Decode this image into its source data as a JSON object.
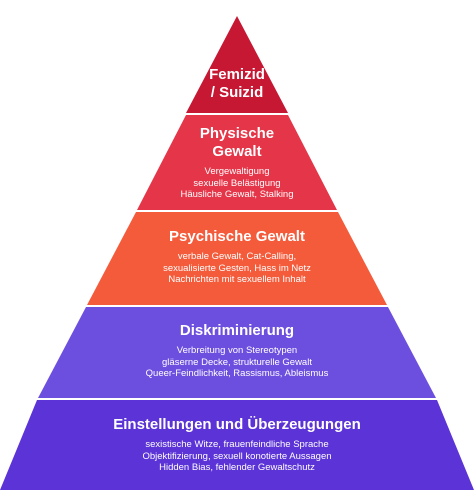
{
  "tiers": [
    {
      "title": "Femizid\n/ Suizid",
      "lines": [],
      "color": "#c61733"
    },
    {
      "title": "Physische\nGewalt",
      "lines": [
        "Vergewaltigung",
        "sexuelle Belästigung",
        "Häusliche Gewalt, Stalking"
      ],
      "color": "#e53548"
    },
    {
      "title": "Psychische Gewalt",
      "lines": [
        "verbale Gewalt, Cat-Calling,",
        "sexualisierte Gesten, Hass im Netz",
        "Nachrichten mit sexuellem Inhalt"
      ],
      "color": "#f45b3b"
    },
    {
      "title": "Diskriminierung",
      "lines": [
        "Verbreitung von Stereotypen",
        "gläserne Decke, strukturelle Gewalt",
        "Queer-Feindlichkeit, Rassismus, Ableismus"
      ],
      "color": "#6d4fe0"
    },
    {
      "title": "Einstellungen und Überzeugungen",
      "lines": [
        "sexistische Witze, frauenfeindliche Sprache",
        "Objektifizierung, sexuell konotierte Aussagen",
        "Hidden Bias, fehlender Gewaltschutz"
      ],
      "color": "#5b33d6"
    }
  ]
}
